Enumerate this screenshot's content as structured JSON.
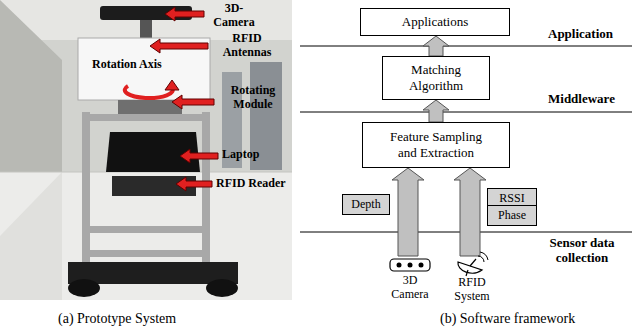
{
  "diagram": {
    "nodes": [
      {
        "text": [
          "Applications"
        ]
      },
      {
        "text": [
          "Matching Algorithm"
        ]
      },
      {
        "text": [
          "Feature Sampling and Extraction"
        ]
      },
      {
        "text": [
          "Depth"
        ]
      },
      {
        "text": [
          "RSSI"
        ]
      },
      {
        "text": [
          "Phase"
        ]
      }
    ],
    "edges": [
      {
        "from": 2,
        "to": 1,
        "arrow": "to"
      },
      {
        "from": 1,
        "to": 0,
        "arrow": "to"
      }
    ],
    "labels": [
      "3D- Camera",
      "RFID Antennas",
      "Rotation Axis",
      "Rotating Module",
      "Laptop",
      "RFID Reader",
      "(a) Prototype System",
      "Application",
      "Middleware",
      "Sensor data collection",
      "3D Camera",
      "RFID System",
      "(b) Software framework"
    ]
  }
}
